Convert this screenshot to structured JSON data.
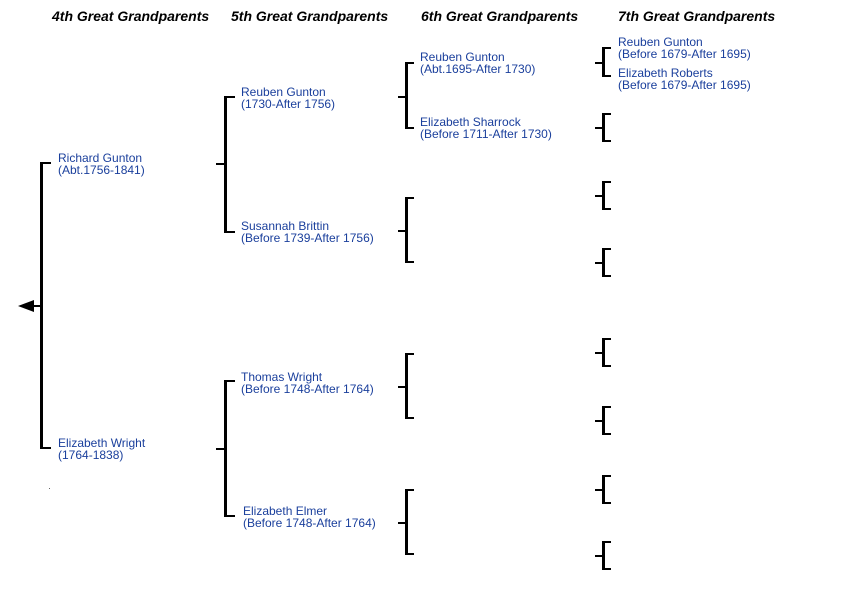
{
  "headers": {
    "gen4": "4th Great Grandparents",
    "gen5": "5th Great Grandparents",
    "gen6": "6th Great Grandparents",
    "gen7": "7th Great Grandparents"
  },
  "people": {
    "richard_gunton": {
      "name": "Richard Gunton",
      "dates": "(Abt.1756-1841)"
    },
    "elizabeth_wright": {
      "name": "Elizabeth Wright",
      "dates": "(1764-1838)"
    },
    "reuben_gunton_1730": {
      "name": "Reuben Gunton",
      "dates": "(1730-After 1756)"
    },
    "susannah_brittin": {
      "name": "Susannah Brittin",
      "dates": "(Before 1739-After 1756)"
    },
    "thomas_wright": {
      "name": "Thomas Wright",
      "dates": "(Before 1748-After 1764)"
    },
    "elizabeth_elmer": {
      "name": "Elizabeth Elmer",
      "dates": "(Before 1748-After 1764)"
    },
    "reuben_gunton_1695": {
      "name": "Reuben Gunton",
      "dates": "(Abt.1695-After 1730)"
    },
    "elizabeth_sharrock": {
      "name": "Elizabeth Sharrock",
      "dates": "(Before 1711-After 1730)"
    },
    "reuben_gunton_1679": {
      "name": "Reuben Gunton",
      "dates": "(Before 1679-After 1695)"
    },
    "elizabeth_roberts": {
      "name": "Elizabeth Roberts",
      "dates": "(Before 1679-After 1695)"
    }
  }
}
